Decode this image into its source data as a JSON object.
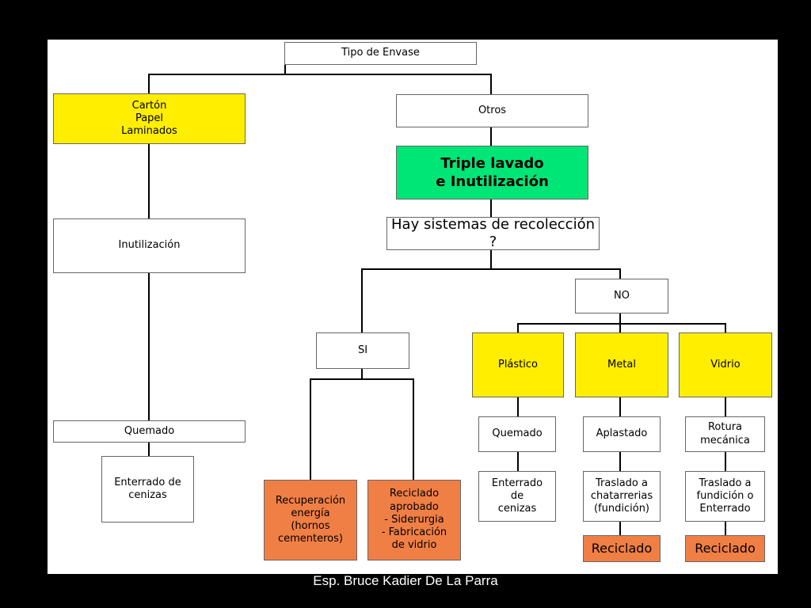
{
  "diagram": {
    "tipo_envase": "Tipo de Envase",
    "carton": "Cartón\nPapel\nLaminados",
    "otros": "Otros",
    "triple_lavado": "Triple lavado\ne Inutilización",
    "inutilizacion": "Inutilización",
    "hay_sistemas": "Hay sistemas de recolección ?",
    "no": "NO",
    "si": "SI",
    "plastico": "Plástico",
    "metal": "Metal",
    "vidrio": "Vidrio",
    "quemado_left": "Quemado",
    "enterrado_left": "Enterrado de\ncenizas",
    "recuperacion": "Recuperación\nenergía\n(hornos\ncementeros)",
    "reciclado_aprobado": "Reciclado\naprobado\n- Siderurgia\n- Fabricación\nde vidrio",
    "quemado_right": "Quemado",
    "aplastado": "Aplastado",
    "rotura": "Rotura\nmecánica",
    "enterrado_right": "Enterrado\nde\ncenizas",
    "traslado_chatarrerias": "Traslado a\nchatarrerias\n(fundición)",
    "traslado_fundicion": "Traslado a\nfundición o\nEnterrado",
    "reciclado_metal": "Reciclado",
    "reciclado_vidrio": "Reciclado"
  },
  "footer": "Esp. Bruce Kadier De La Parra",
  "colors": {
    "yellow": "#ffee00",
    "green": "#00e676",
    "orange": "#f07f45"
  }
}
